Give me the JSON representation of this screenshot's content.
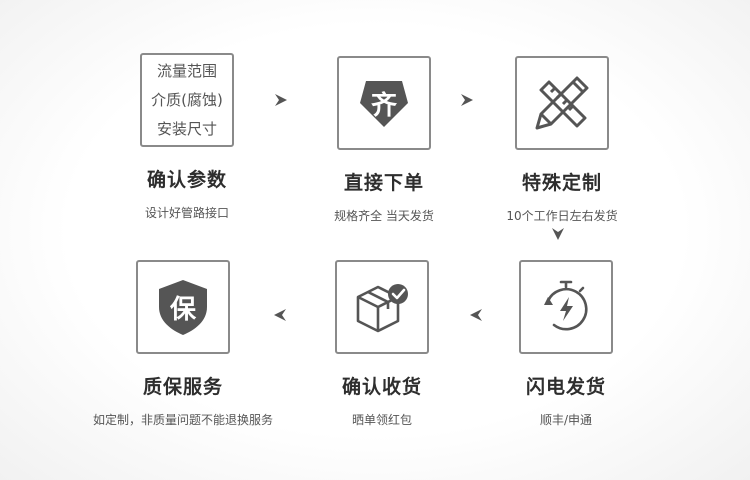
{
  "step1": {
    "params": [
      "流量范围",
      "介质(腐蚀)",
      "安装尺寸"
    ],
    "title": "确认参数",
    "sub": "设计好管路接口"
  },
  "step2": {
    "icon_char": "齐",
    "title": "直接下单",
    "sub": "规格齐全 当天发货"
  },
  "step3": {
    "icon": "ruler-pencil-icon",
    "title": "特殊定制",
    "sub": "10个工作日左右发货"
  },
  "step4": {
    "icon": "stopwatch-lightning-icon",
    "title": "闪电发货",
    "sub": "顺丰/申通"
  },
  "step5": {
    "icon": "package-check-icon",
    "title": "确认收货",
    "sub": "晒单领红包"
  },
  "step6": {
    "icon_char": "保",
    "title": "质保服务",
    "sub": "如定制，非质量问题不能退换服务"
  },
  "colors": {
    "icon_dark": "#555555",
    "border": "#8a8a8a",
    "arrow": "#555555"
  }
}
